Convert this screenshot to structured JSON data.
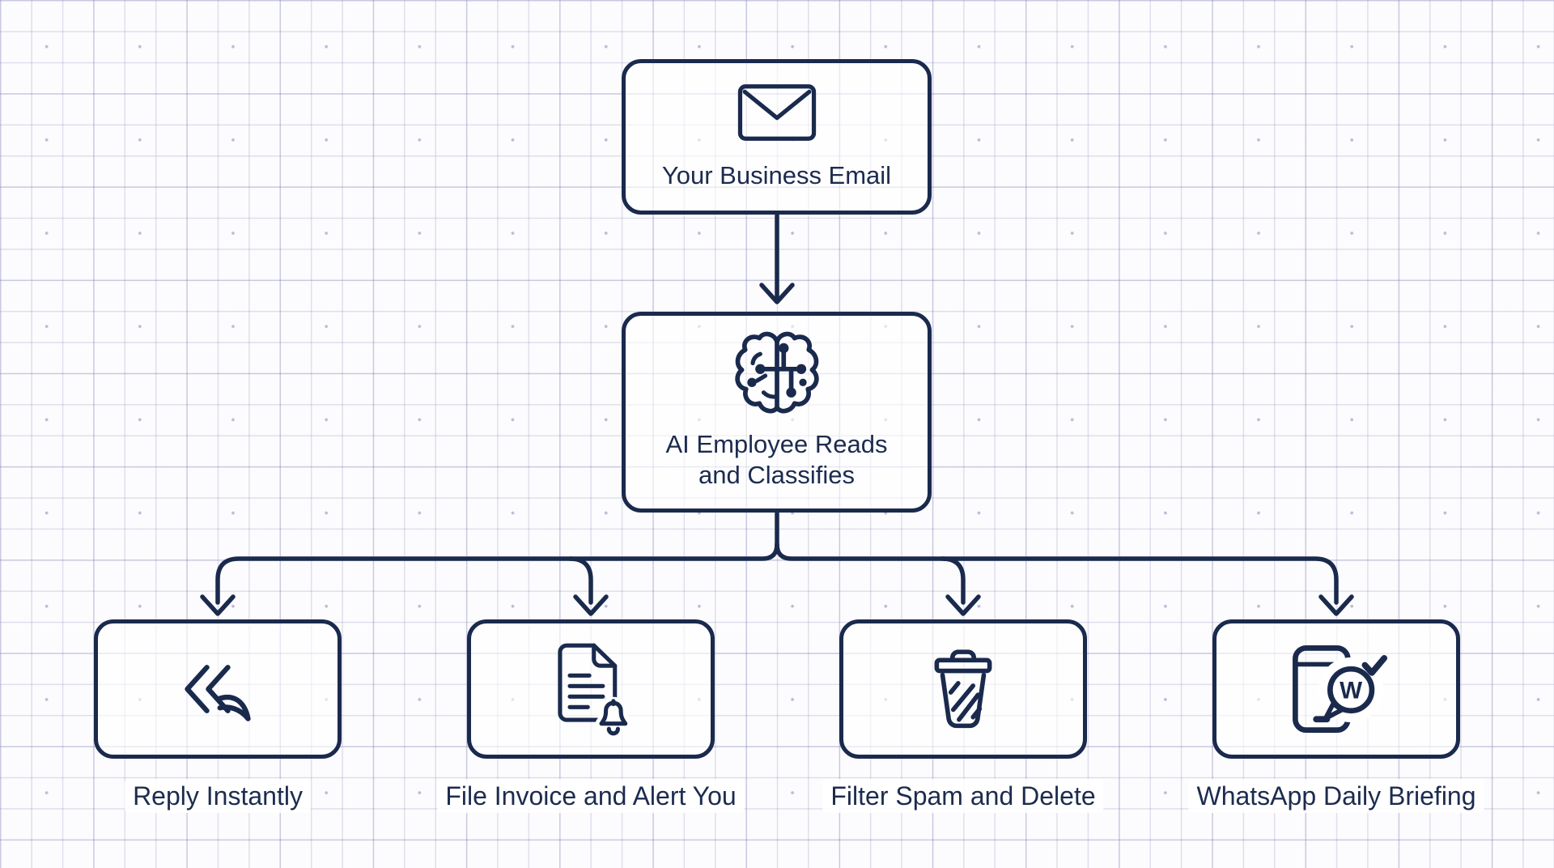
{
  "palette": {
    "line": "#1a2a4d",
    "text": "#1c2b4f",
    "grid": "#c9c9e2",
    "background": "#fcfcfe"
  },
  "nodes": {
    "email": {
      "label": "Your Business Email",
      "icon": "envelope-icon"
    },
    "ai": {
      "label_line1": "AI Employee Reads",
      "label_line2": "and Classifies",
      "icon": "brain-circuit-icon"
    },
    "outcomes": [
      {
        "label": "Reply Instantly",
        "icon": "reply-arrow-icon"
      },
      {
        "label": "File Invoice and Alert You",
        "icon": "invoice-bell-icon"
      },
      {
        "label": "Filter Spam and Delete",
        "icon": "trash-icon"
      },
      {
        "label": "WhatsApp Daily Briefing",
        "icon": "whatsapp-phone-icon",
        "badge_letter": "W"
      }
    ]
  },
  "edges": [
    {
      "from": "Your Business Email",
      "to": "AI Employee Reads and Classifies"
    },
    {
      "from": "AI Employee Reads and Classifies",
      "to": "Reply Instantly"
    },
    {
      "from": "AI Employee Reads and Classifies",
      "to": "File Invoice and Alert You"
    },
    {
      "from": "AI Employee Reads and Classifies",
      "to": "Filter Spam and Delete"
    },
    {
      "from": "AI Employee Reads and Classifies",
      "to": "WhatsApp Daily Briefing"
    }
  ]
}
